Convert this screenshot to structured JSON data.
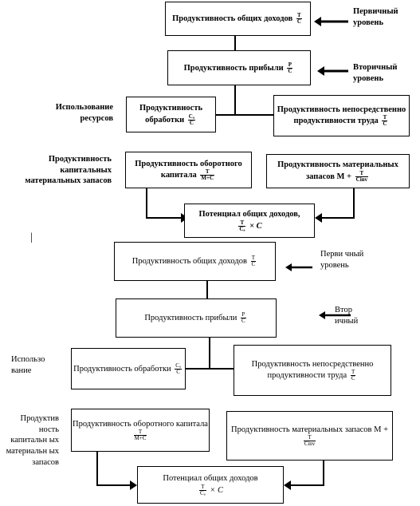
{
  "top": {
    "total_income": {
      "text": "Продуктивность общих доходов",
      "num": "T",
      "den": "C"
    },
    "profit": {
      "text": "Продуктивность прибыли",
      "num": "P",
      "den": "C"
    },
    "processing": {
      "text": "Продуктивность обработки",
      "num": "Cₐ",
      "den": "C"
    },
    "direct_labor": {
      "text": "Продуктивность непосредственно продуктивности труда",
      "num": "T",
      "den": "C"
    },
    "working_capital": {
      "text": "Продуктивность оборотного капитала",
      "num": "T",
      "den": "M+C"
    },
    "material_stocks": {
      "text": "Продуктивность материальных запасов M +",
      "num": "T",
      "den": "Cinv"
    },
    "potential": {
      "text": "Потенциал общих доходов,",
      "num": "T",
      "den": "Cₐ",
      "suffix": "× C"
    },
    "labels": {
      "primary": "Первичный уровень",
      "secondary": "Вторичный уровень",
      "resources": "Использование ресурсов",
      "capital": "Продуктивность капитальных материальных запасов"
    }
  },
  "bottom": {
    "total_income": {
      "text": "Продуктивность общих доходов",
      "num": "T",
      "den": "C"
    },
    "profit": {
      "text": "Продуктивность прибыли",
      "num": "P",
      "den": "C"
    },
    "processing": {
      "text": "Продуктивность обработки",
      "num": "Cₐ",
      "den": "C"
    },
    "direct_labor": {
      "text": "Продуктивность непосредственно продуктивности труда",
      "num": "T",
      "den": "C"
    },
    "working_capital": {
      "text": "Продуктивность оборотного капитала",
      "num": "T",
      "den": "M+C"
    },
    "material_stocks": {
      "text": "Продуктивность материальных запасов M +",
      "num": "T",
      "den": "Cinv"
    },
    "potential": {
      "text": "Потенциал общих доходов",
      "num": "T",
      "den": "Cₐ",
      "suffix": "× C"
    },
    "labels": {
      "primary": "Перви чный уровень",
      "secondary": "Втор ичный",
      "resources": "Использо вание",
      "capital": "Продуктив ность капитальн ых материальн ых запасов"
    }
  },
  "separator_mark": "|"
}
